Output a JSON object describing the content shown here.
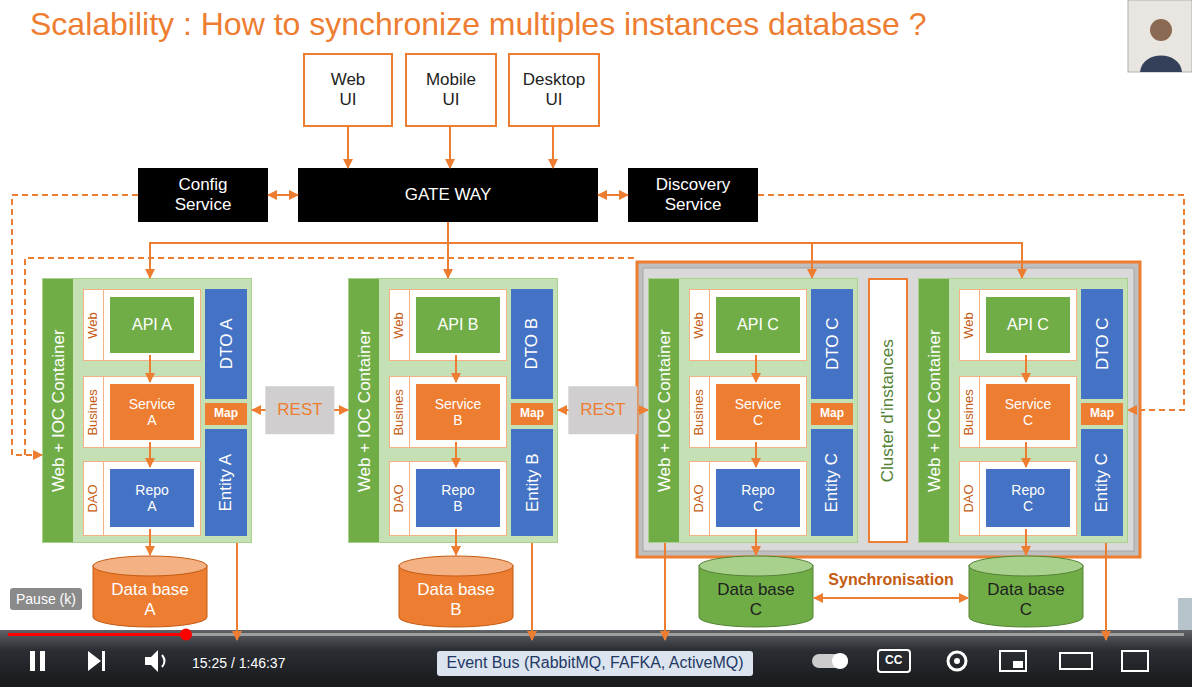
{
  "diagram": {
    "title": "Scalability : How to synchronize multiples instances database ?",
    "nodes": [
      {
        "text": [
          "Web UI"
        ]
      },
      {
        "text": [
          "Mobile UI"
        ]
      },
      {
        "text": [
          "Desktop UI"
        ]
      },
      {
        "text": [
          "Config Service"
        ]
      },
      {
        "text": [
          "GATE WAY"
        ]
      },
      {
        "text": [
          "Discovery Service"
        ]
      },
      {
        "text": [
          "Web + IOC Container"
        ]
      },
      {
        "text": [
          "Web"
        ],
        "in": 6
      },
      {
        "text": [
          "API A"
        ],
        "in": 7
      },
      {
        "text": [
          "DTO A"
        ],
        "in": 6
      },
      {
        "text": [
          "Busines"
        ],
        "in": 6
      },
      {
        "text": [
          "Service A"
        ],
        "in": 10
      },
      {
        "text": [
          "Map"
        ],
        "in": 6
      },
      {
        "text": [
          "DAO"
        ],
        "in": 6
      },
      {
        "text": [
          "Repo A"
        ],
        "in": 13
      },
      {
        "text": [
          "Entity A"
        ],
        "in": 6
      },
      {
        "text": [
          "Web + IOC Container"
        ]
      },
      {
        "text": [
          "Web"
        ],
        "in": 16
      },
      {
        "text": [
          "API B"
        ],
        "in": 17
      },
      {
        "text": [
          "DTO B"
        ],
        "in": 16
      },
      {
        "text": [
          "Busines"
        ],
        "in": 16
      },
      {
        "text": [
          "Service B"
        ],
        "in": 20
      },
      {
        "text": [
          "Map"
        ],
        "in": 16
      },
      {
        "text": [
          "DAO"
        ],
        "in": 16
      },
      {
        "text": [
          "Repo B"
        ],
        "in": 23
      },
      {
        "text": [
          "Entity B"
        ],
        "in": 16
      },
      {
        "text": [
          "Web + IOC Container"
        ]
      },
      {
        "text": [
          "Web"
        ],
        "in": 26
      },
      {
        "text": [
          "API C"
        ],
        "in": 27
      },
      {
        "text": [
          "DTO C"
        ],
        "in": 26
      },
      {
        "text": [
          "Busines"
        ],
        "in": 26
      },
      {
        "text": [
          "Service C"
        ],
        "in": 30
      },
      {
        "text": [
          "Map"
        ],
        "in": 26
      },
      {
        "text": [
          "DAO"
        ],
        "in": 26
      },
      {
        "text": [
          "Repo C"
        ],
        "in": 33
      },
      {
        "text": [
          "Entity C"
        ],
        "in": 26
      },
      {
        "text": [
          "Cluster d'instances"
        ]
      },
      {
        "text": [
          "Web + IOC Container"
        ]
      },
      {
        "text": [
          "Web"
        ],
        "in": 37
      },
      {
        "text": [
          "API C"
        ],
        "in": 38
      },
      {
        "text": [
          "DTO C"
        ],
        "in": 37
      },
      {
        "text": [
          "Busines"
        ],
        "in": 37
      },
      {
        "text": [
          "Service C"
        ],
        "in": 41
      },
      {
        "text": [
          "Map"
        ],
        "in": 37
      },
      {
        "text": [
          "DAO"
        ],
        "in": 37
      },
      {
        "text": [
          "Repo C"
        ],
        "in": 44
      },
      {
        "text": [
          "Entity C"
        ],
        "in": 37
      },
      {
        "text": [
          "Data base A"
        ]
      },
      {
        "text": [
          "Data base B"
        ]
      },
      {
        "text": [
          "Data base C"
        ]
      },
      {
        "text": [
          "Data base C"
        ]
      },
      {
        "text": [
          "Event Bus (RabbitMQ, FAFKA, ActiveMQ)"
        ]
      }
    ],
    "edges": [
      {
        "from": 0,
        "to": 4,
        "arrow": "to"
      },
      {
        "from": 1,
        "to": 4,
        "arrow": "to"
      },
      {
        "from": 2,
        "to": 4,
        "arrow": "to"
      },
      {
        "from": 4,
        "to": 3,
        "arrow": "both"
      },
      {
        "from": 4,
        "to": 5,
        "arrow": "both"
      },
      {
        "from": 4,
        "to": 6,
        "arrow": "to"
      },
      {
        "from": 4,
        "to": 16,
        "arrow": "to"
      },
      {
        "from": 4,
        "to": 26,
        "arrow": "to"
      },
      {
        "from": 4,
        "to": 37,
        "arrow": "to"
      },
      {
        "from": 3,
        "to": 6,
        "arrow": "to"
      },
      {
        "from": 5,
        "to": 37,
        "arrow": "to"
      },
      {
        "from": 6,
        "to": 16,
        "label": "REST",
        "arrow": "both"
      },
      {
        "from": 16,
        "to": 26,
        "label": "REST",
        "arrow": "both"
      },
      {
        "from": 8,
        "to": 11,
        "arrow": "to"
      },
      {
        "from": 11,
        "to": 14,
        "arrow": "to"
      },
      {
        "from": 14,
        "to": 47,
        "arrow": "to"
      },
      {
        "from": 18,
        "to": 21,
        "arrow": "to"
      },
      {
        "from": 21,
        "to": 24,
        "arrow": "to"
      },
      {
        "from": 24,
        "to": 48,
        "arrow": "to"
      },
      {
        "from": 28,
        "to": 31,
        "arrow": "to"
      },
      {
        "from": 31,
        "to": 34,
        "arrow": "to"
      },
      {
        "from": 34,
        "to": 49,
        "arrow": "to"
      },
      {
        "from": 39,
        "to": 42,
        "arrow": "to"
      },
      {
        "from": 42,
        "to": 45,
        "arrow": "to"
      },
      {
        "from": 45,
        "to": 50,
        "arrow": "to"
      },
      {
        "from": 49,
        "to": 50,
        "label": "Synchronisation",
        "arrow": "both"
      },
      {
        "from": 6,
        "to": 51,
        "arrow": "to"
      },
      {
        "from": 16,
        "to": 51,
        "arrow": "to"
      },
      {
        "from": 26,
        "to": 51,
        "arrow": "to"
      },
      {
        "from": 37,
        "to": 51,
        "arrow": "to"
      }
    ],
    "labels": [
      "Pause (k)",
      "15:25 / 1:46:37",
      "CC"
    ]
  }
}
